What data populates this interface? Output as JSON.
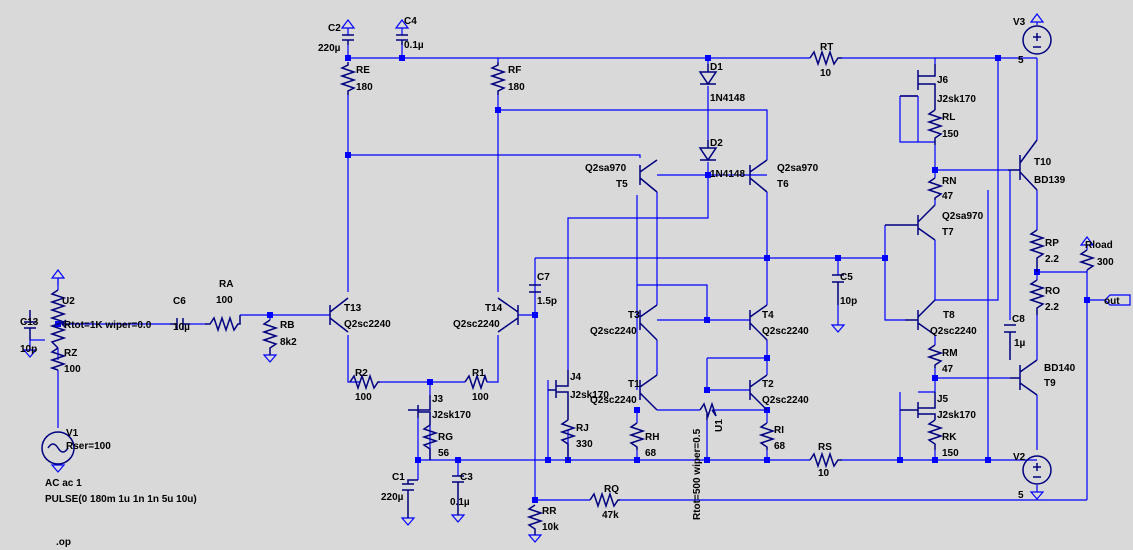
{
  "schematic": {
    "components": {
      "C2": {
        "ref": "C2",
        "value": "220µ"
      },
      "C4": {
        "ref": "C4",
        "value": "0.1µ"
      },
      "RE": {
        "ref": "RE",
        "value": "180"
      },
      "RF": {
        "ref": "RF",
        "value": "180"
      },
      "D1": {
        "ref": "D1",
        "value": "1N4148"
      },
      "D2": {
        "ref": "D2",
        "value": "1N4148"
      },
      "RT": {
        "ref": "RT",
        "value": "10"
      },
      "V3": {
        "ref": "V3",
        "value": "5"
      },
      "J6": {
        "ref": "J6",
        "value": "J2sk170"
      },
      "RL": {
        "ref": "RL",
        "value": "150"
      },
      "T10": {
        "ref": "T10",
        "value": "BD139"
      },
      "RN": {
        "ref": "RN",
        "value": "47"
      },
      "T7": {
        "ref": "T7",
        "value": "Q2sa970"
      },
      "T5": {
        "ref": "T5",
        "value": "Q2sa970"
      },
      "T6": {
        "ref": "T6",
        "value": "Q2sa970"
      },
      "RP": {
        "ref": "RP",
        "value": "2.2"
      },
      "Rload": {
        "ref": "Rload",
        "value": "300"
      },
      "RO": {
        "ref": "RO",
        "value": "2.2"
      },
      "out": {
        "ref": "out"
      },
      "C7": {
        "ref": "C7",
        "value": "1.5p"
      },
      "C5": {
        "ref": "C5",
        "value": "10p"
      },
      "T8": {
        "ref": "T8",
        "value": "Q2sc2240"
      },
      "C8": {
        "ref": "C8",
        "value": "1µ"
      },
      "RM": {
        "ref": "RM",
        "value": "47"
      },
      "T9": {
        "ref": "T9",
        "value": "BD140"
      },
      "U2": {
        "ref": "U2",
        "value": "Rtot=1K wiper=0.0"
      },
      "C13": {
        "ref": "C13",
        "value": "10p"
      },
      "RZ": {
        "ref": "RZ",
        "value": "100"
      },
      "C6": {
        "ref": "C6",
        "value": "10µ"
      },
      "RA": {
        "ref": "RA",
        "value": "100"
      },
      "RB": {
        "ref": "RB",
        "value": "8k2"
      },
      "T13": {
        "ref": "T13",
        "value": "Q2sc2240"
      },
      "T14": {
        "ref": "T14",
        "value": "Q2sc2240"
      },
      "T3": {
        "ref": "T3",
        "value": "Q2sc2240"
      },
      "T4": {
        "ref": "T4",
        "value": "Q2sc2240"
      },
      "T1": {
        "ref": "T1",
        "value": "Q2sc2240"
      },
      "T2": {
        "ref": "T2",
        "value": "Q2sc2240"
      },
      "R2": {
        "ref": "R2",
        "value": "100"
      },
      "R1": {
        "ref": "R1",
        "value": "100"
      },
      "J3": {
        "ref": "J3",
        "value": "J2sk170"
      },
      "J4": {
        "ref": "J4",
        "value": "J2sk170"
      },
      "J5": {
        "ref": "J5",
        "value": "J2sk170"
      },
      "RG": {
        "ref": "RG",
        "value": "56"
      },
      "RJ": {
        "ref": "RJ",
        "value": "330"
      },
      "RH": {
        "ref": "RH",
        "value": "68"
      },
      "RI": {
        "ref": "RI",
        "value": "68"
      },
      "U1": {
        "ref": "U1",
        "value": "Rtot=500 wiper=0.5"
      },
      "RS": {
        "ref": "RS",
        "value": "10"
      },
      "RK": {
        "ref": "RK",
        "value": "150"
      },
      "V1": {
        "ref": "V1",
        "value": "Rser=100"
      },
      "C1": {
        "ref": "C1",
        "value": "220µ"
      },
      "C3": {
        "ref": "C3",
        "value": "0.1µ"
      },
      "V2": {
        "ref": "V2",
        "value": "5"
      },
      "RR": {
        "ref": "RR",
        "value": "10k"
      },
      "RQ": {
        "ref": "RQ",
        "value": "47k"
      }
    },
    "source_spec": {
      "ac": "AC ac 1",
      "pulse": "PULSE(0 180m 1u 1n 1n 5u 10u)"
    },
    "directive": ".op",
    "colors": {
      "wire": "#0000ff",
      "component": "#000080",
      "background": "#d9d9d9",
      "text": "#000000"
    }
  }
}
